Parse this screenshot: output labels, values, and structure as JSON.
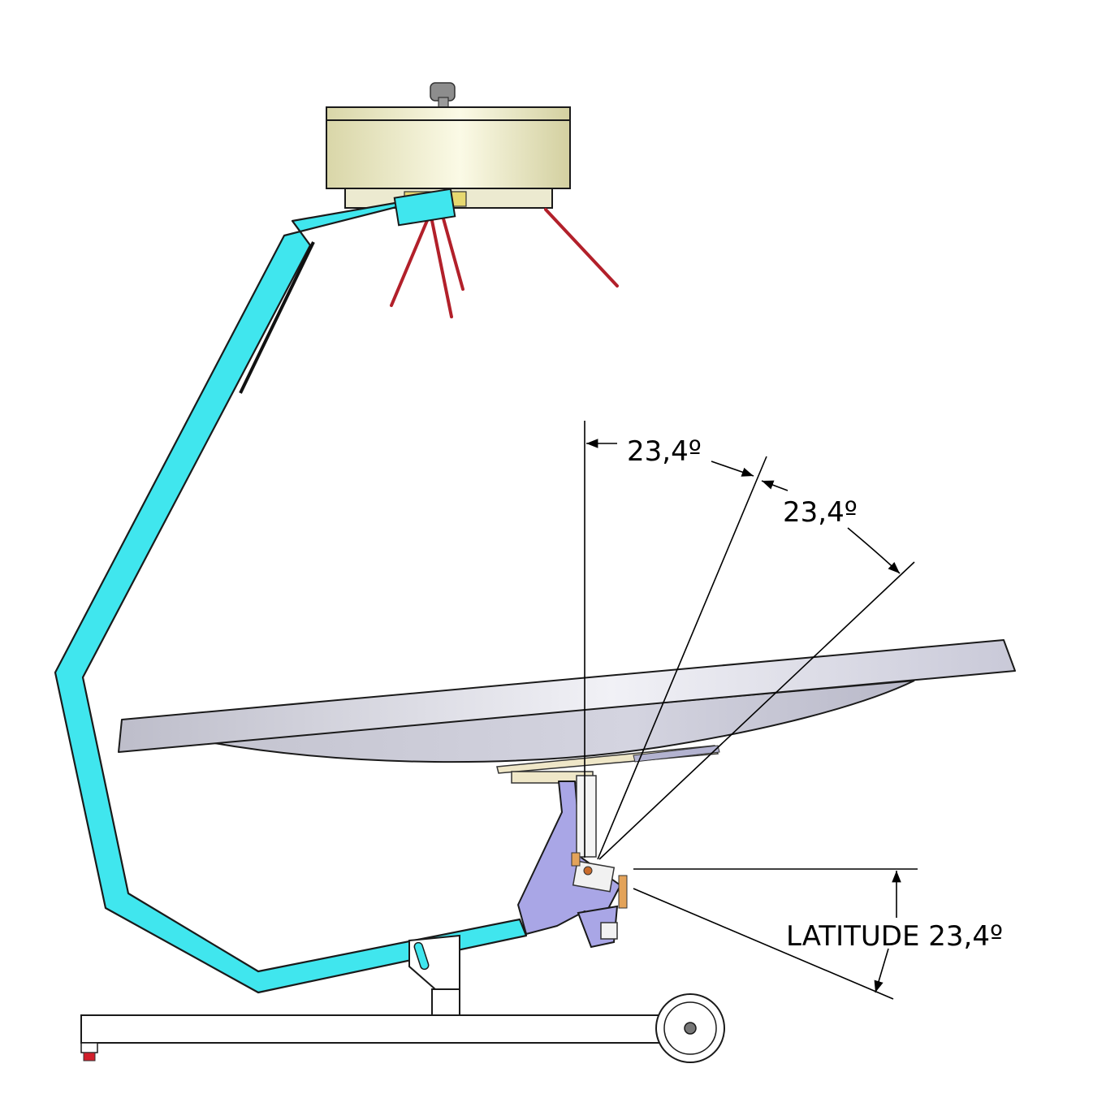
{
  "annotations": {
    "angle_1": "23,4º",
    "angle_2": "23,4º",
    "latitude": "LATITUDE 23,4º"
  },
  "colors": {
    "frame": "#40e6ee",
    "receiver": "#f3f0c6",
    "dish_top": "#e4e4ec",
    "dish_bottom": "#c9c9d6",
    "bracket": "#a9a6e6",
    "red_rods": "#b2202a",
    "base": "#ffffff",
    "foot": "#d11f2b"
  }
}
